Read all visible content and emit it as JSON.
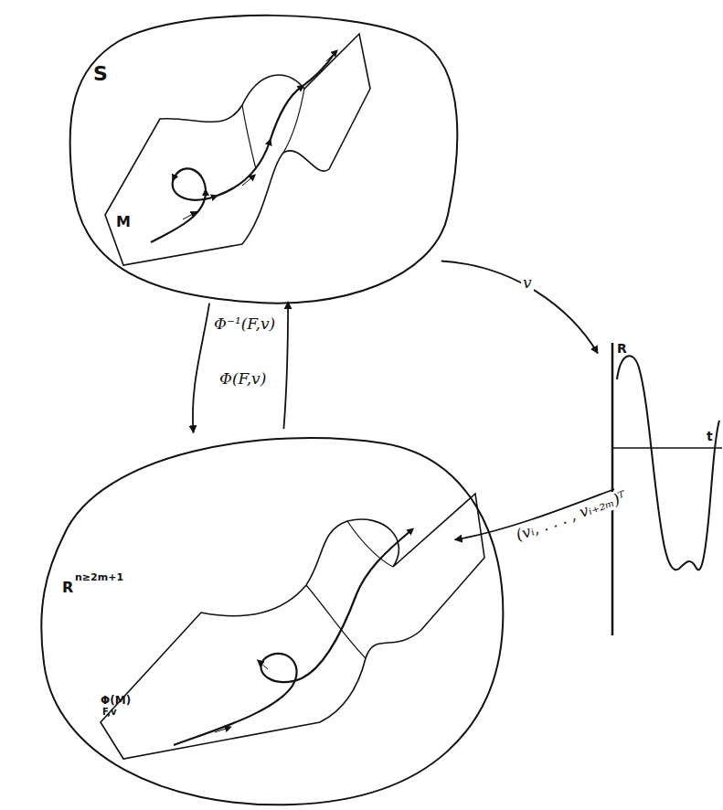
{
  "diagram": {
    "nodes": [
      {
        "text": [
          "S"
        ]
      },
      {
        "text": [
          "M"
        ],
        "in": 0
      },
      {
        "text": [
          "R",
          "n≥2m+1"
        ]
      },
      {
        "text": [
          "Φ(M)",
          "F,v"
        ],
        "in": 2
      },
      {
        "text": [
          "R",
          "t"
        ]
      }
    ],
    "edges": [
      {
        "from": 0,
        "to": 2,
        "label": "Φ(F,v)",
        "arrow": "to"
      },
      {
        "from": 2,
        "to": 0,
        "label": "Φ⁻¹(F,v)",
        "arrow": "to"
      },
      {
        "from": 0,
        "to": 4,
        "label": "v",
        "arrow": "to"
      },
      {
        "from": 4,
        "to": 2,
        "label": "(vᵢ, . . . , vᵢ₊₂ₘ)ᵀ",
        "arrow": "to"
      }
    ]
  }
}
